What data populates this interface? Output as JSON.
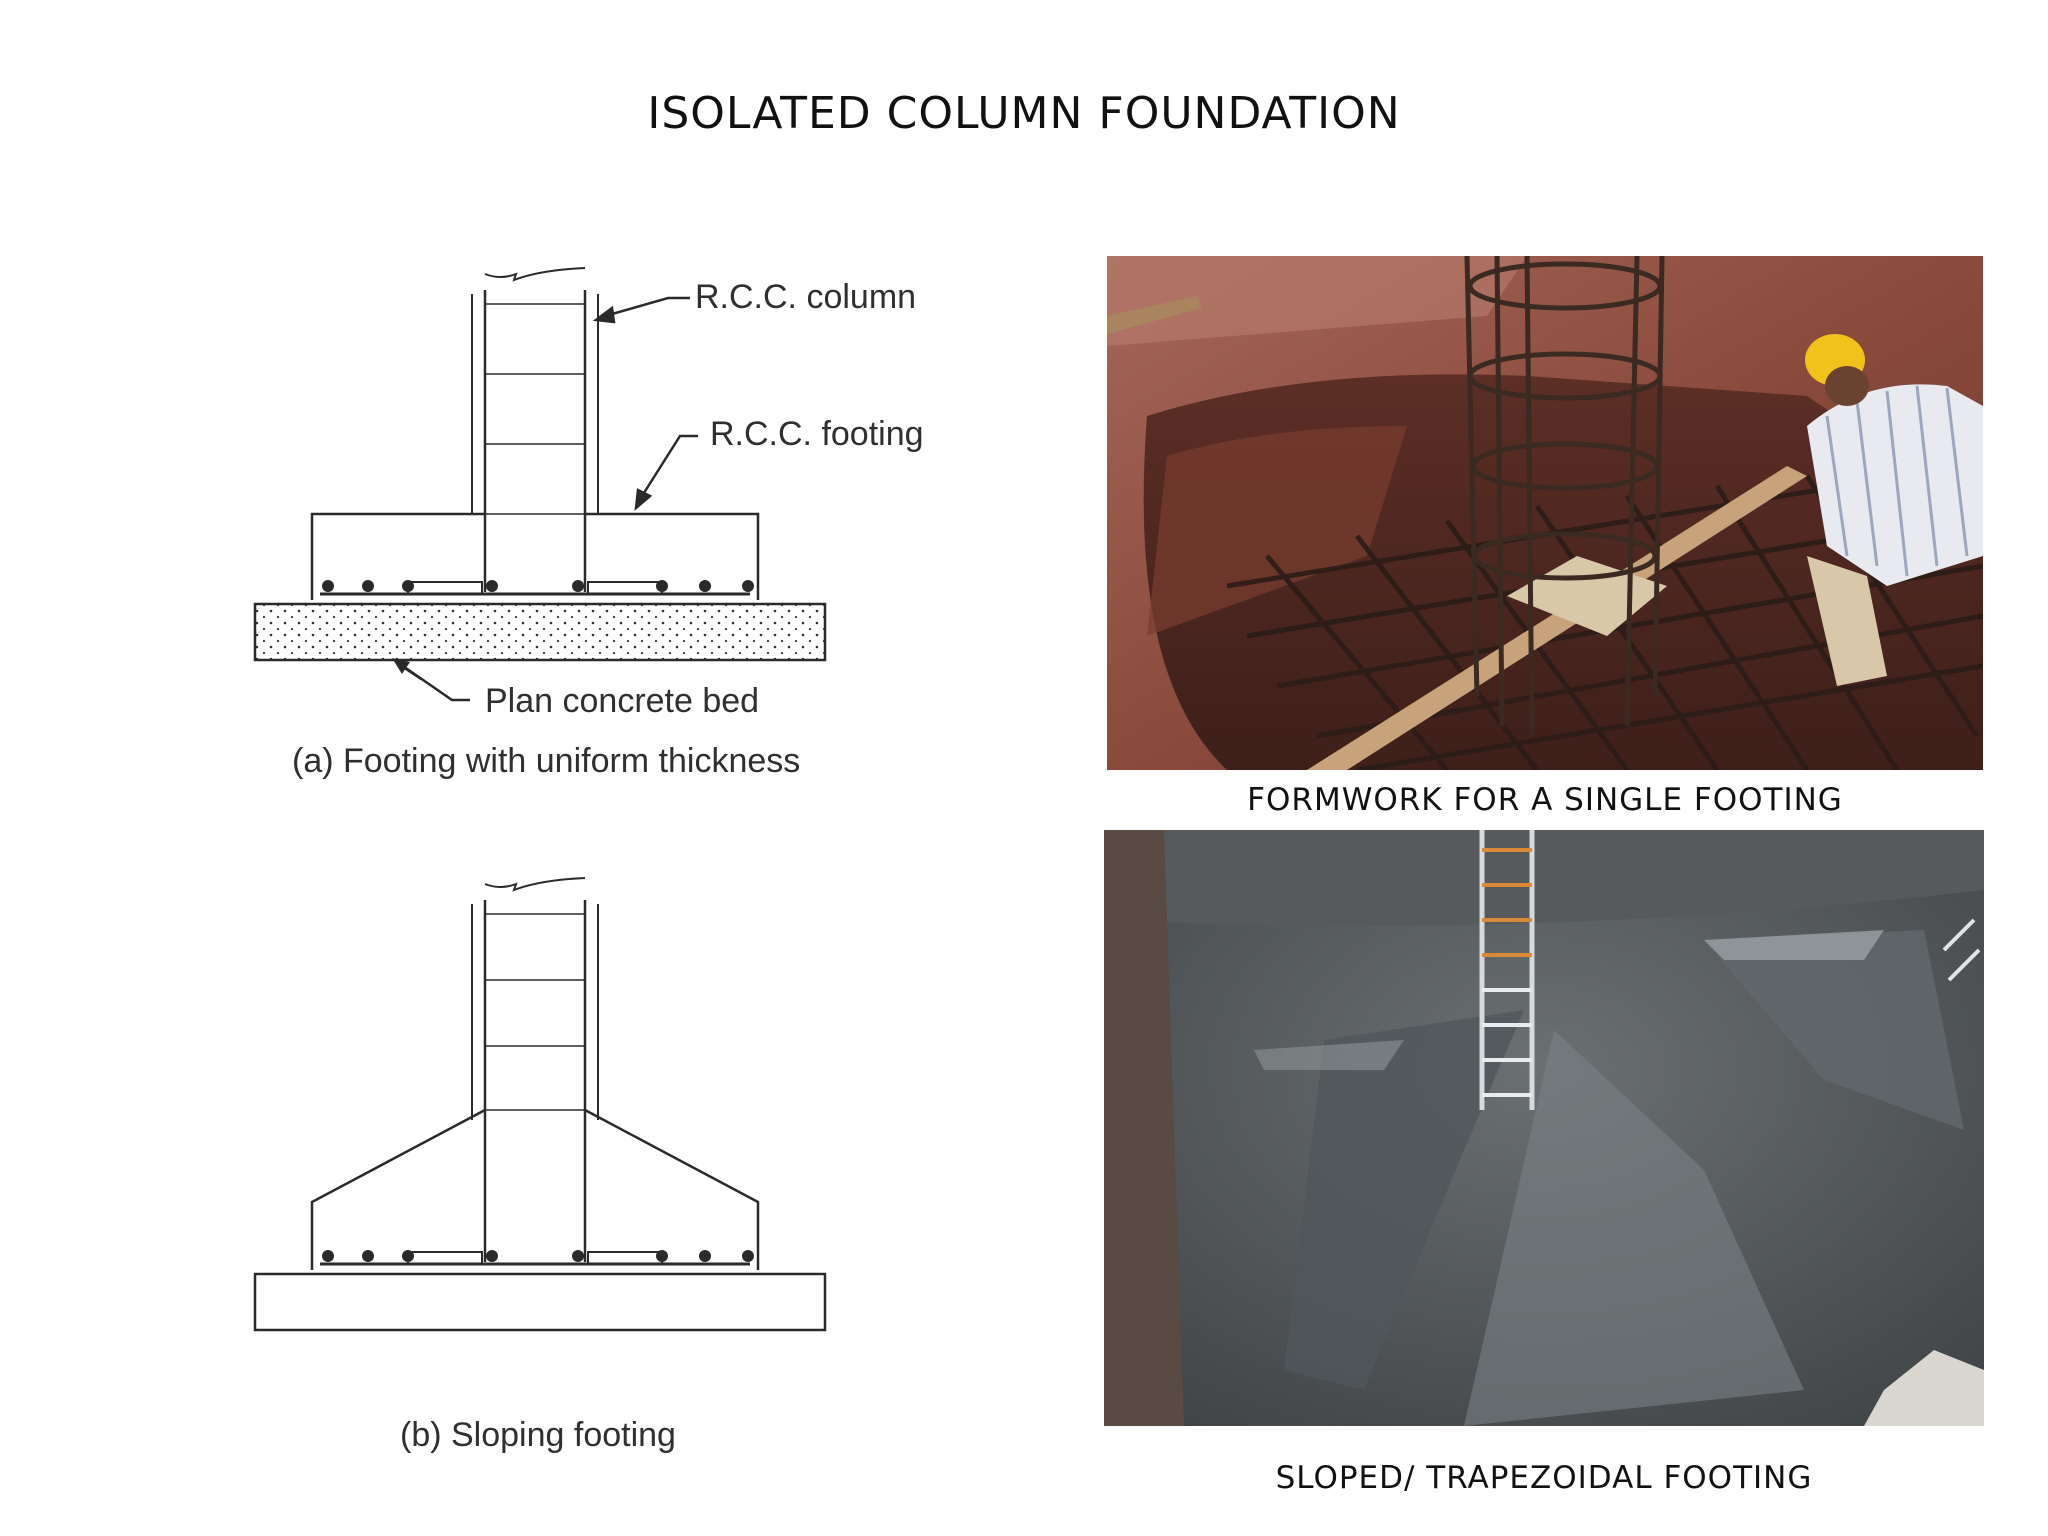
{
  "slide": {
    "title": "ISOLATED COLUMN FOUNDATION"
  },
  "diagram_a": {
    "label_column": "R.C.C. column",
    "label_footing": "R.C.C. footing",
    "label_bed": "Plan concrete bed",
    "caption": "(a) Footing with uniform thickness"
  },
  "diagram_b": {
    "caption": "(b) Sloping footing"
  },
  "photos": {
    "top_caption": "FORMWORK FOR A SINGLE FOOTING",
    "bottom_caption": "SLOPED/ TRAPEZOIDAL FOOTING"
  },
  "colors": {
    "line": "#2a2a2a",
    "soil": "#8a4a3a",
    "gravel": "#4b4f52"
  }
}
